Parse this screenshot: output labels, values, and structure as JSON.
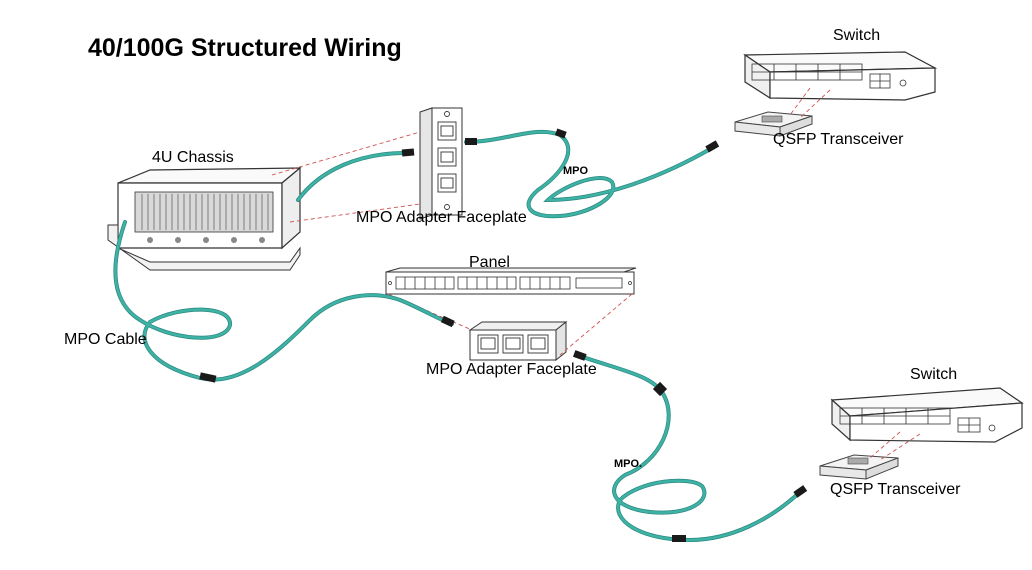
{
  "title": "40/100G Structured Wiring",
  "labels": {
    "switch_top": "Switch",
    "qsfp_top": "QSFP Transceiver",
    "chassis": "4U Chassis",
    "mpo_small_top": "MPO",
    "faceplate_top": "MPO Adapter Faceplate",
    "panel": "Panel",
    "mpo_cable": "MPO Cable",
    "faceplate_bottom": "MPO Adapter Faceplate",
    "switch_bottom": "Switch",
    "mpo_small_bottom": "MPO.",
    "qsfp_bottom": "QSFP Transceiver"
  },
  "colors": {
    "cable": "#3fb2a6",
    "cable_dark": "#2b8a80",
    "connector": "#1a1a1a",
    "dashed_link": "#d05050",
    "outline": "#333333"
  }
}
